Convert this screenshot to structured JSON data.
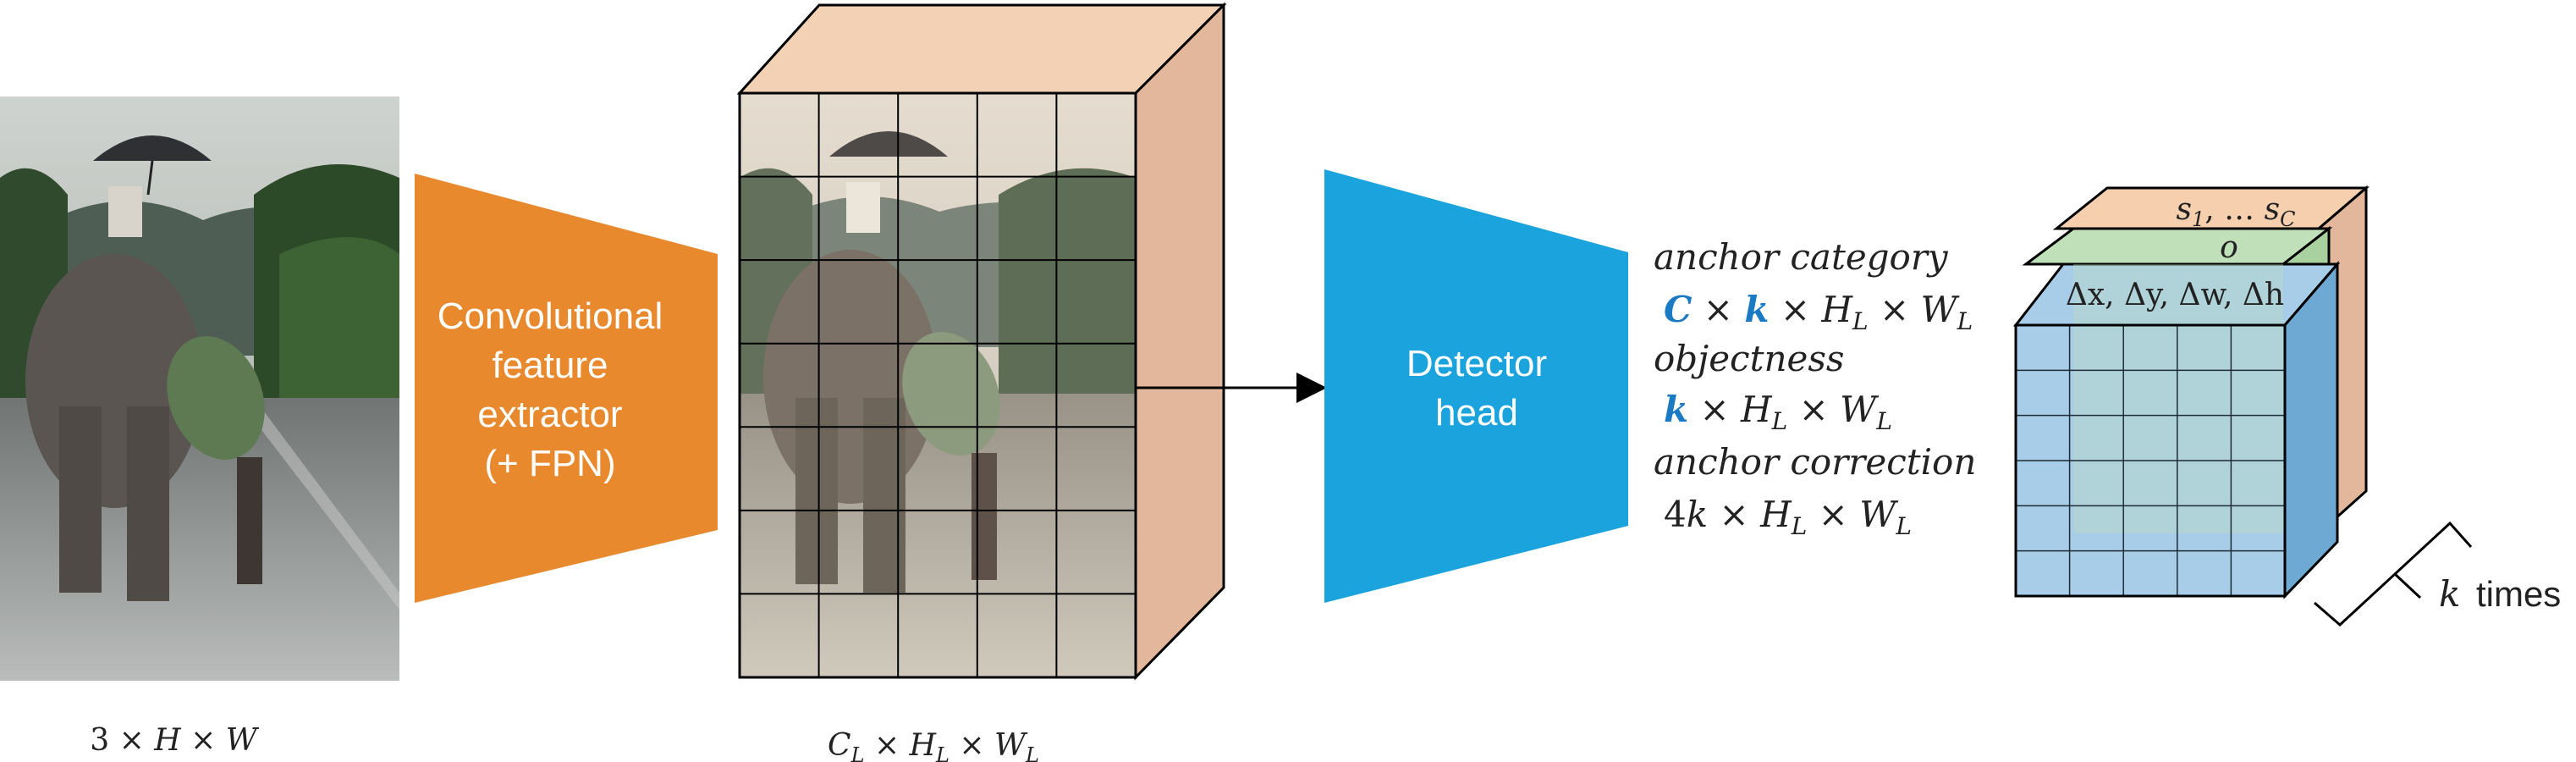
{
  "input": {
    "dims_label": "3 × H × W",
    "photo_content": "elephant with rider under umbrella walking on road, person carrying large leaf"
  },
  "extractor": {
    "line1": "Convolutional",
    "line2": "feature",
    "line3": "extractor",
    "line4": "(+ FPN)",
    "color": "#e8892e"
  },
  "feature_map": {
    "dims_label": "C_L × H_L × W_L",
    "grid_rows": 7,
    "grid_cols": 5,
    "box_color": "#f3d1b4",
    "side_color": "#e2b79b"
  },
  "detector": {
    "line1": "Detector",
    "line2": "head",
    "color": "#1ba3dd"
  },
  "outputs": {
    "category_title": "anchor category",
    "category_C": "C",
    "category_k": "k",
    "category_rest": "× H_L × W_L",
    "category_times": "×",
    "objectness_title": "objectness",
    "objectness_k": "k",
    "objectness_rest": "× H_L × W_L",
    "correction_title": "anchor correction",
    "correction_formula": "4k × H_L × W_L",
    "highlight_color": "#1a7ac4"
  },
  "output_volume": {
    "back_label": "s_1, … s_C",
    "mid_label": "o",
    "front_label": "Δx, Δy, Δw, Δh",
    "back_color": "#f5cfae",
    "mid_color": "#bfe0b9",
    "front_color": "#a7cde8",
    "grid_rows": 6,
    "grid_cols": 5
  },
  "k_times": {
    "k": "k",
    "label": "times"
  }
}
